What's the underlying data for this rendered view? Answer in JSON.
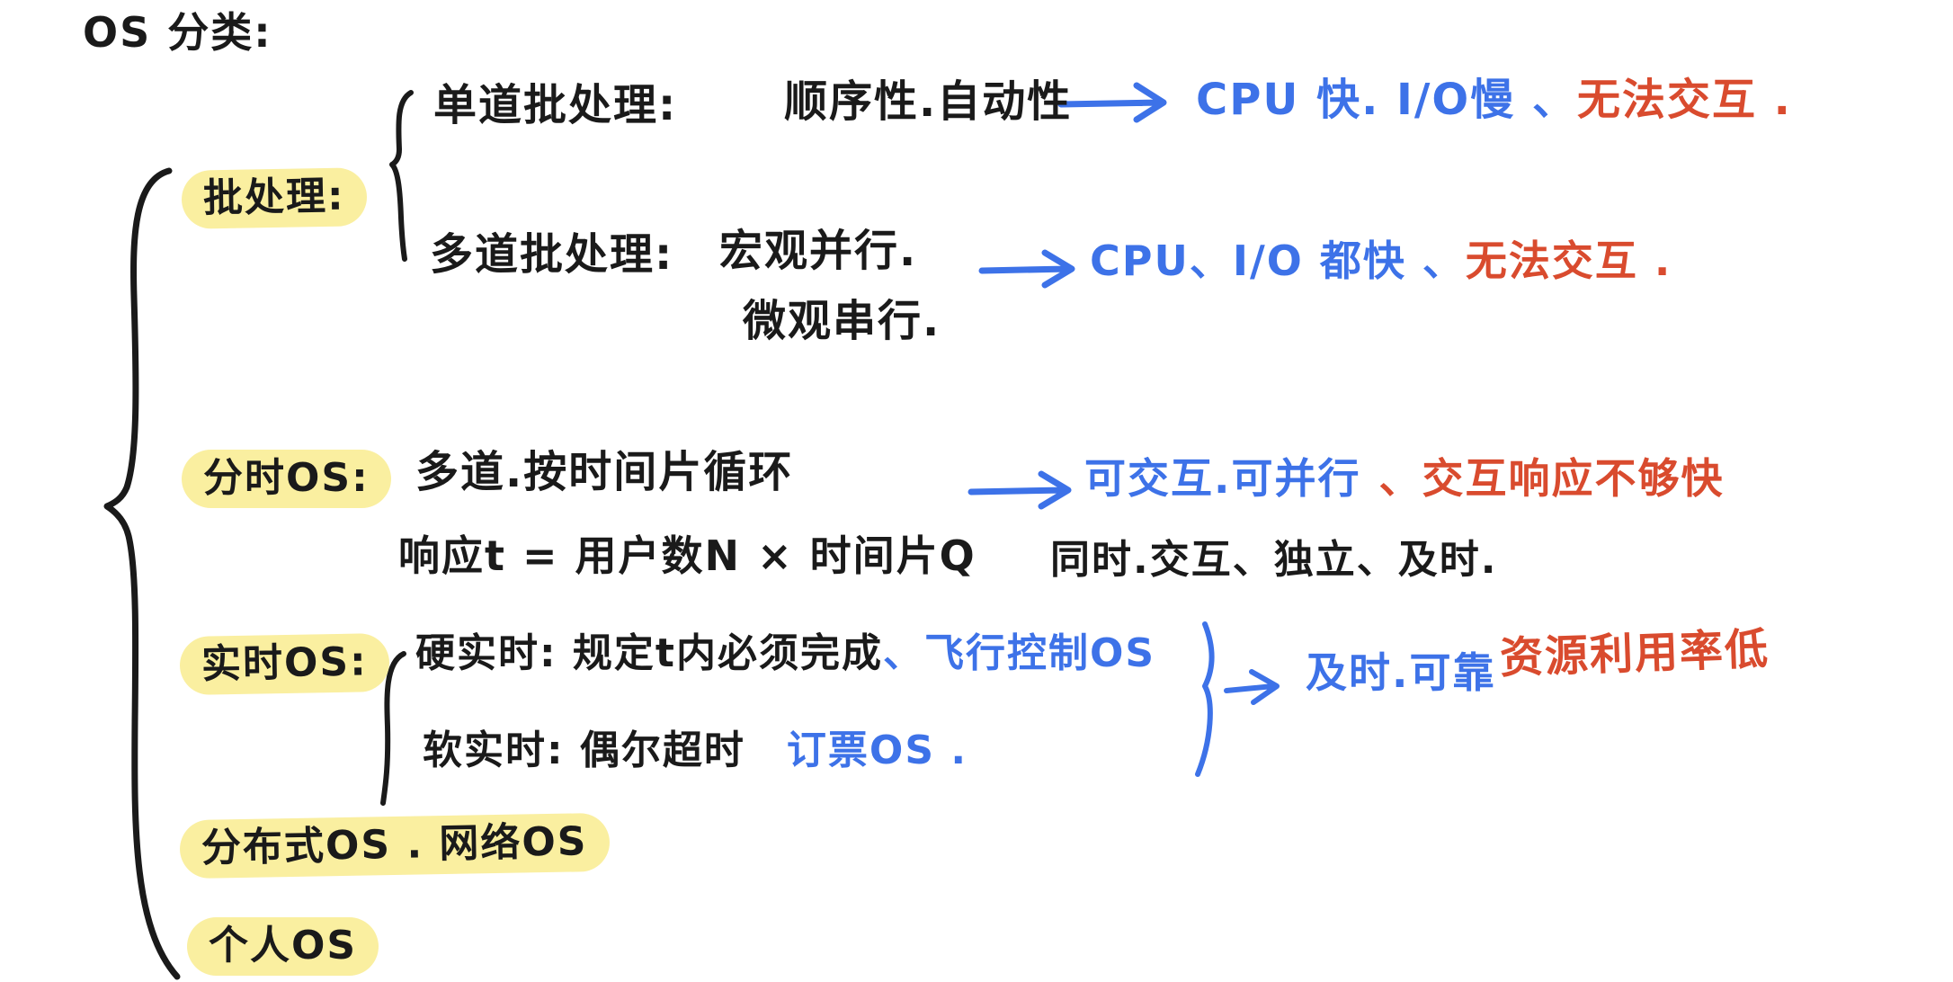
{
  "title": "OS 分类:",
  "colors": {
    "ink": "#1a1a1a",
    "blue": "#3d72e8",
    "red": "#d94b2e",
    "highlight": "#faefa0"
  },
  "batch": {
    "label": "批处理:",
    "single_label": "单道批处理:",
    "single_traits": "顺序性.自动性",
    "single_result_blue": "CPU 快. I/O慢 、",
    "single_result_red": "无法交互 .",
    "multi_label": "多道批处理:",
    "multi_trait1": "宏观并行.",
    "multi_trait2": "微观串行.",
    "multi_result_blue": "CPU、I/O 都快 、",
    "multi_result_red": "无法交互 ."
  },
  "timesharing": {
    "label": "分时OS:",
    "desc": "多道.按时间片循环",
    "result_blue": "可交互.可并行",
    "result_red": "、交互响应不够快",
    "formula": "响应t = 用户数N × 时间片Q",
    "features": "同时.交互、独立、及时."
  },
  "realtime": {
    "label": "实时OS:",
    "hard_label": "硬实时: 规定t内必须完成",
    "hard_example": "、飞行控制OS",
    "soft_label": "软实时: 偶尔超时",
    "soft_example": "订票OS .",
    "result_blue": "及时.可靠",
    "result_red": "资源利用率低"
  },
  "distributed_label": "分布式OS . 网络OS",
  "personal_label": "个人OS"
}
